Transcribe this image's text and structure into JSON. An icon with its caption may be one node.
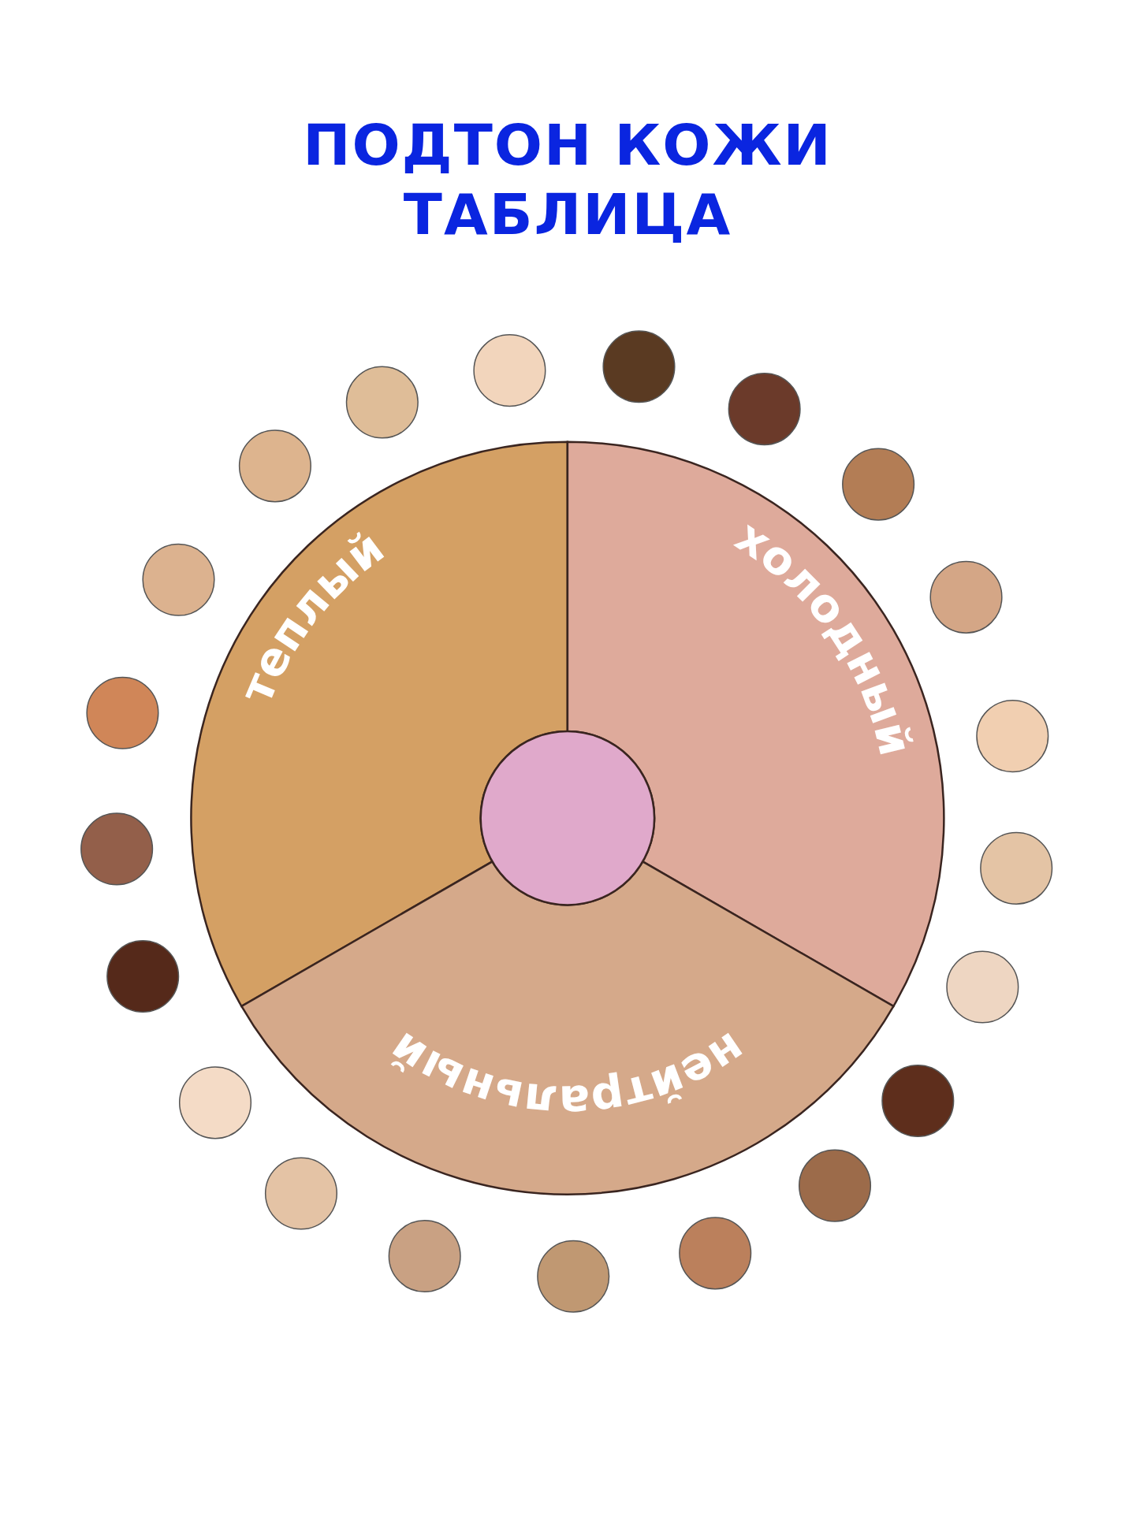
{
  "diagram": {
    "title": "ПОДТОН КОЖИ ТАБЛИЦА",
    "nodes": [
      {
        "text": [
          "теплый"
        ]
      },
      {
        "text": [
          "холодный"
        ]
      },
      {
        "text": [],
        "shape": "circle"
      },
      {
        "text": [
          "нейтральный"
        ]
      },
      {
        "text": [],
        "shape": "circle"
      },
      {
        "text": [],
        "shape": "circle"
      },
      {
        "text": [],
        "shape": "circle"
      },
      {
        "text": [],
        "shape": "circle"
      },
      {
        "text": [],
        "shape": "circle"
      },
      {
        "text": [],
        "shape": "circle"
      },
      {
        "text": [],
        "shape": "circle"
      },
      {
        "text": [],
        "shape": "circle"
      },
      {
        "text": [],
        "shape": "circle"
      },
      {
        "text": [],
        "shape": "circle"
      },
      {
        "text": [],
        "shape": "circle"
      },
      {
        "text": [],
        "shape": "circle"
      },
      {
        "text": [],
        "shape": "circle"
      },
      {
        "text": [],
        "shape": "circle"
      },
      {
        "text": [],
        "shape": "circle"
      },
      {
        "text": [],
        "shape": "circle"
      },
      {
        "text": [],
        "shape": "circle"
      },
      {
        "text": [],
        "shape": "circle"
      },
      {
        "text": [],
        "shape": "circle"
      },
      {
        "text": [],
        "shape": "circle"
      },
      {
        "text": [],
        "shape": "circle"
      }
    ]
  }
}
